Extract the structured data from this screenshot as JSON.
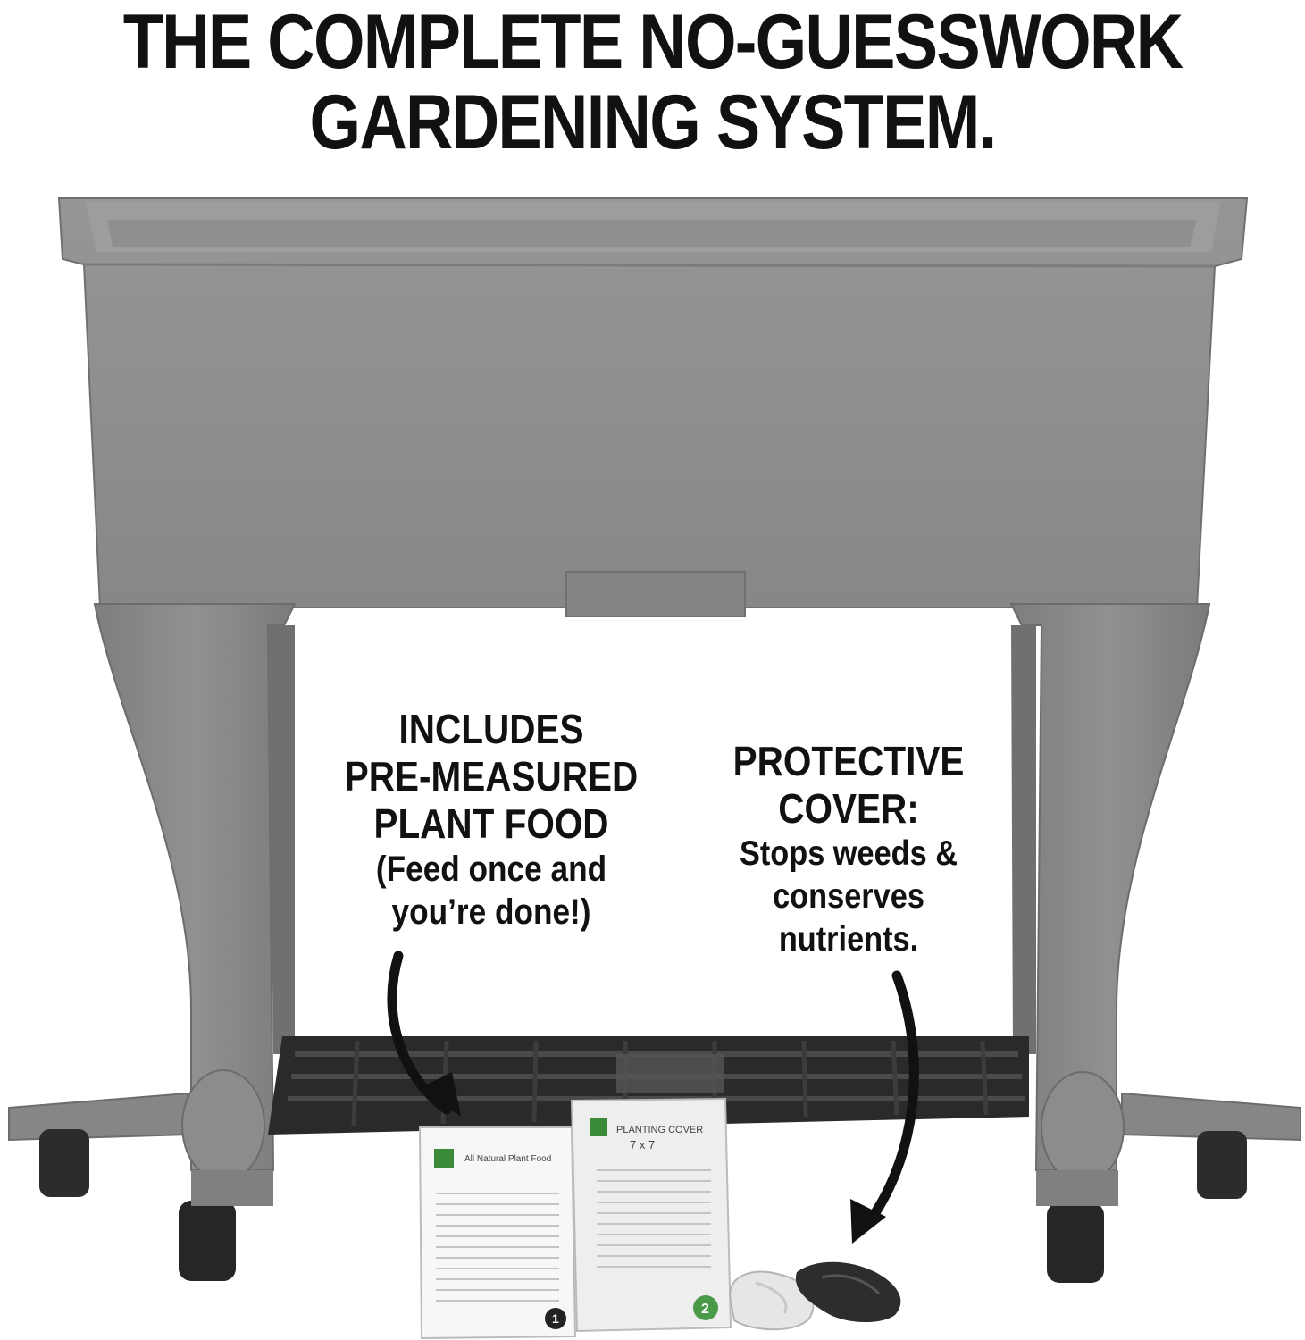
{
  "headline": {
    "line1": "THE COMPLETE NO-GUESSWORK",
    "line2": "GARDENING SYSTEM."
  },
  "callout_left": {
    "line1": "INCLUDES",
    "line2": "PRE-MEASURED",
    "line3": "PLANT FOOD",
    "line4": "(Feed once and",
    "line5": "you’re done!)"
  },
  "callout_right": {
    "line1": "PROTECTIVE",
    "line2": "COVER:",
    "line3": "Stops weeds &",
    "line4": "conserves",
    "line5": "nutrients."
  },
  "packages": {
    "food_label": "All Natural Plant Food",
    "food_number": "1",
    "cover_label": "PLANTING COVER",
    "cover_size": "7 x 7",
    "cover_number": "2"
  },
  "colors": {
    "planter": "#8a8b8c",
    "shelf": "#2a2a2a",
    "text": "#111111"
  },
  "icons": [
    "arrow-to-plant-food-icon",
    "arrow-to-cover-icon"
  ]
}
